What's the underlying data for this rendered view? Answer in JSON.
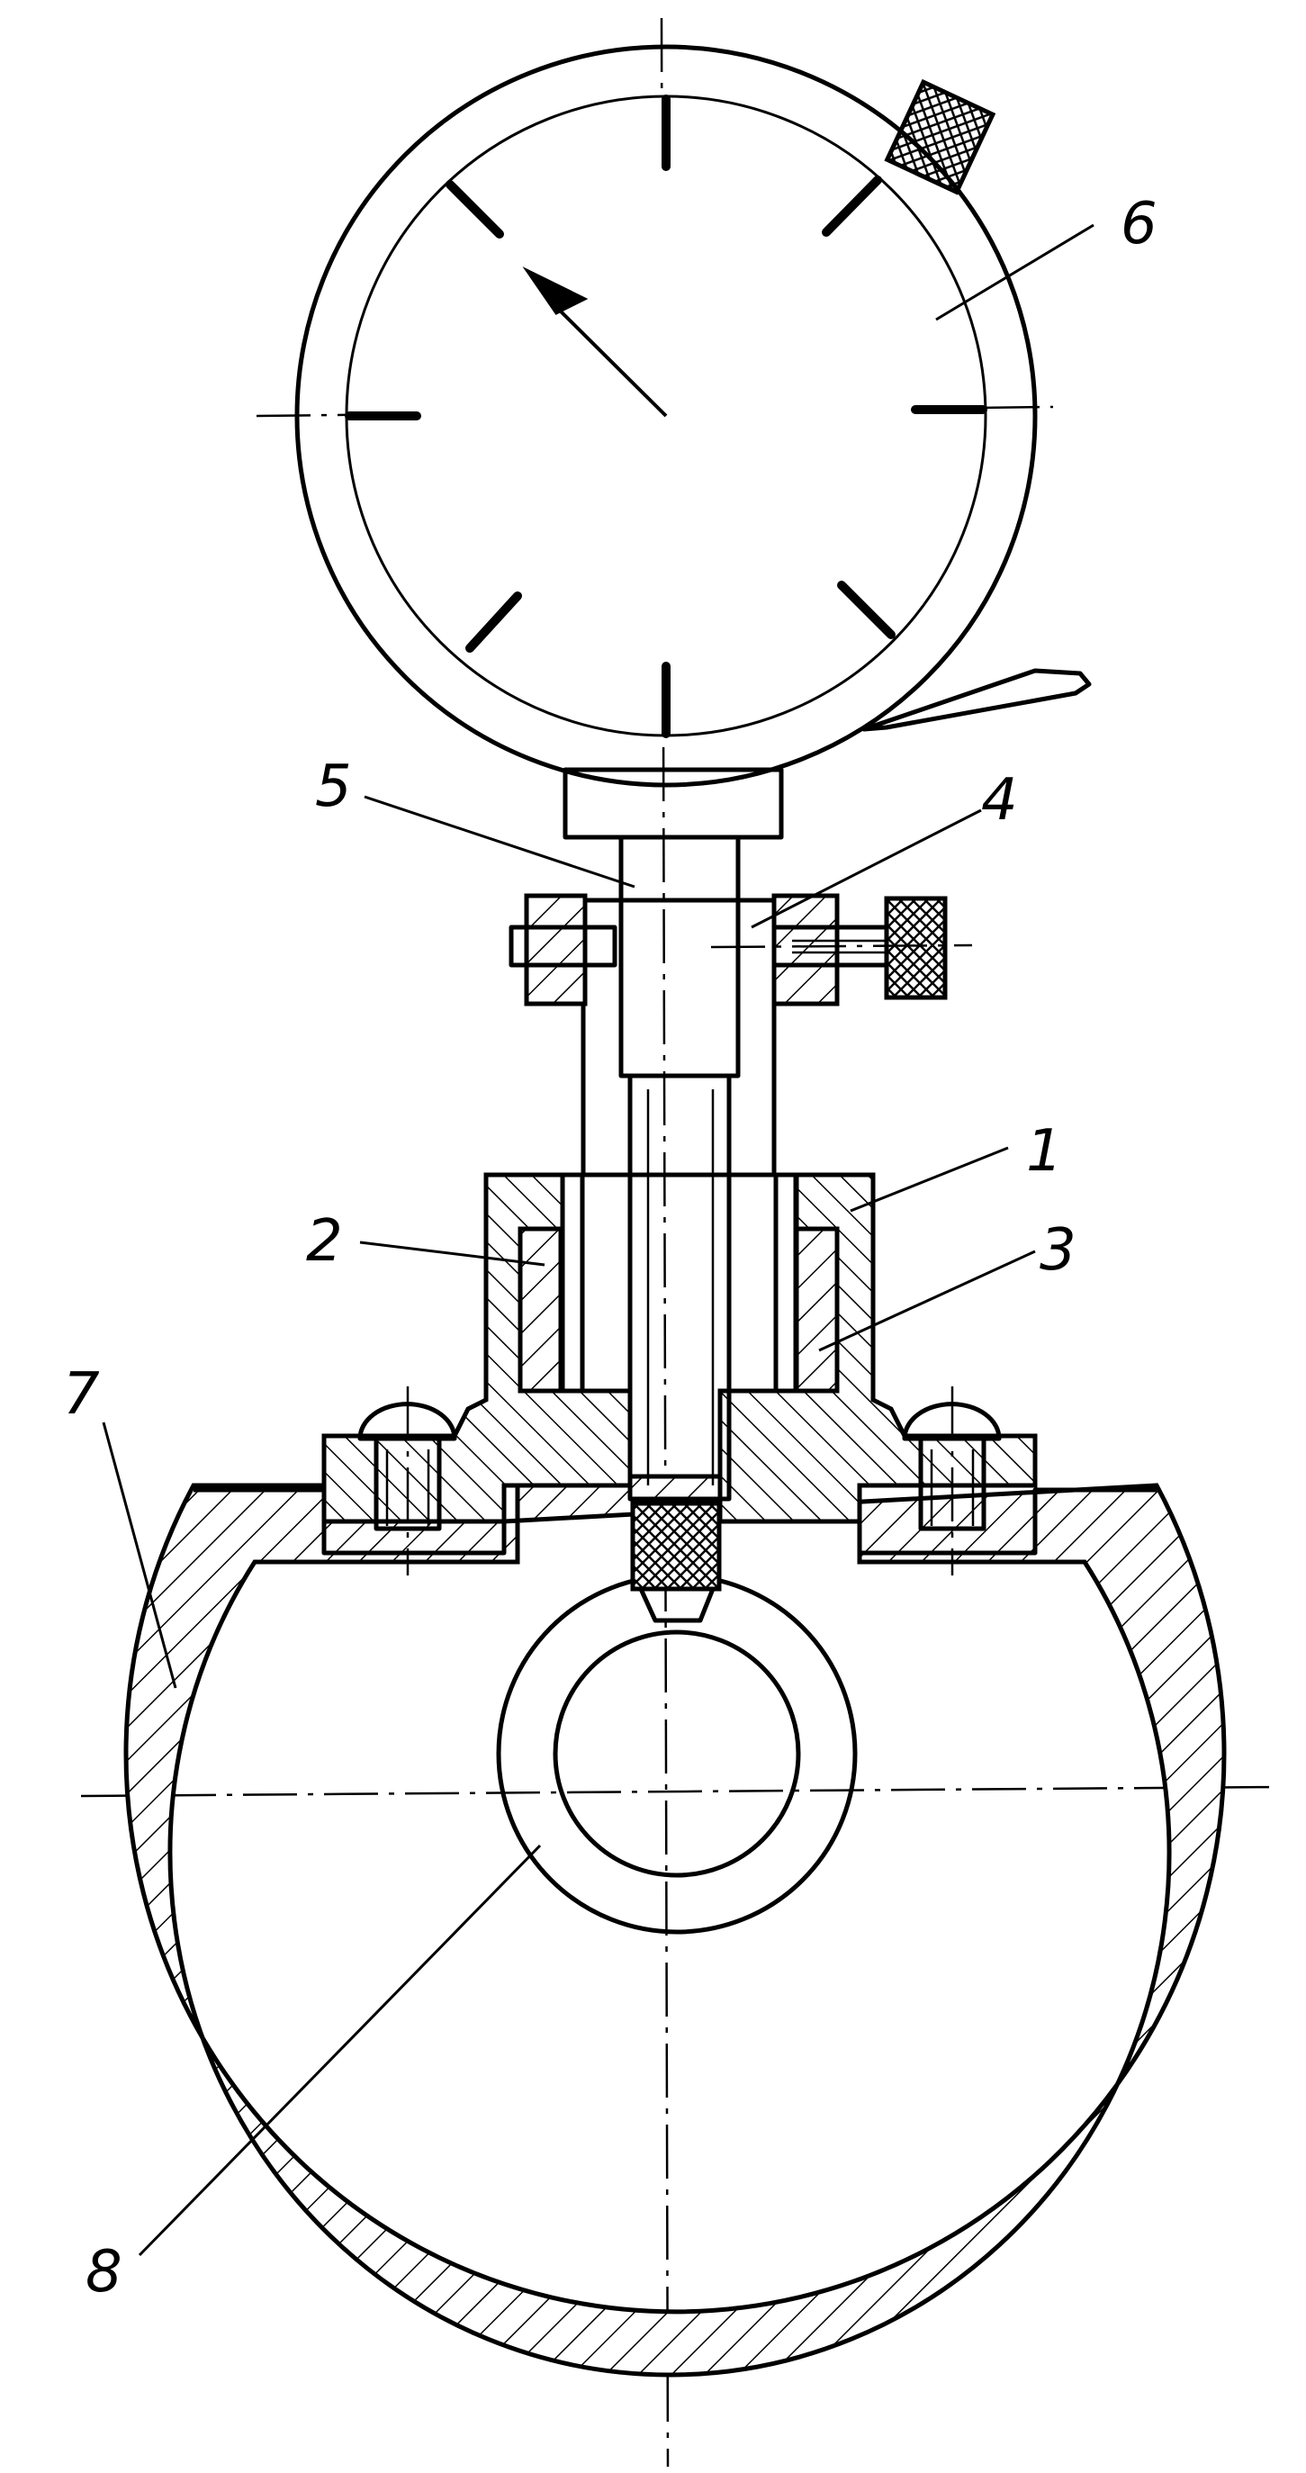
{
  "labels": {
    "part_1": "1",
    "part_2": "2",
    "part_3": "3",
    "part_4": "4",
    "part_5": "5",
    "part_6": "6",
    "part_7": "7",
    "part_8": "8"
  },
  "colors": {
    "ink": "#000000",
    "paper": "#ffffff"
  },
  "dial_indicator": {
    "pointer_direction": "upper-left",
    "tick_marks": 8
  }
}
